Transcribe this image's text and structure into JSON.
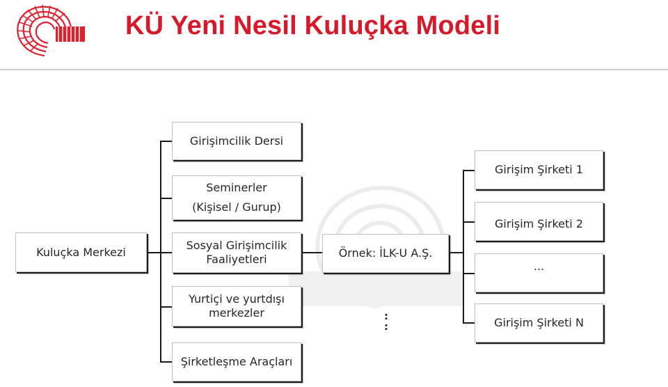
{
  "header": {
    "title": "KÜ Yeni Nesil Kuluçka Modeli",
    "brand_color": "#d7192a"
  },
  "diagram": {
    "root": "Kuluçka Merkezi",
    "activities": [
      {
        "lines": [
          "Girişimcilik Dersi"
        ]
      },
      {
        "lines": [
          "Seminerler",
          "(Kişisel / Gurup)"
        ]
      },
      {
        "lines": [
          "Sosyal Girişimcilik",
          "Faaliyetleri"
        ]
      },
      {
        "lines": [
          "Yurtiçi ve yurtdışı",
          "merkezler"
        ]
      },
      {
        "lines": [
          "Şirketleşme Araçları"
        ]
      }
    ],
    "example": "Örnek: İLK-U A.Ş.",
    "ellipsis": ":",
    "companies": [
      "Girişim Şirketi 1",
      "Girişim Şirketi 2",
      "...",
      "Girişim Şirketi N"
    ]
  }
}
